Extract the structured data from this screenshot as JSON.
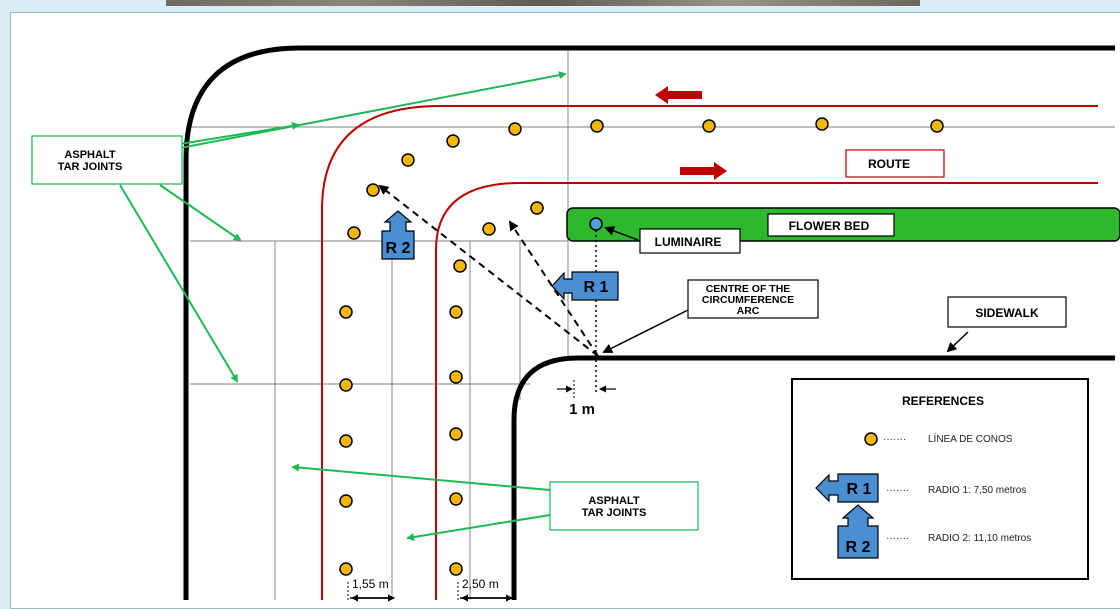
{
  "labels": {
    "asphalt_1_line1": "ASPHALT",
    "asphalt_1_line2": "TAR JOINTS",
    "asphalt_2_line1": "ASPHALT",
    "asphalt_2_line2": "TAR JOINTS",
    "route": "ROUTE",
    "flower_bed": "FLOWER BED",
    "luminaire": "LUMINAIRE",
    "centre_line1": "CENTRE OF THE",
    "centre_line2": "CIRCUMFERENCE",
    "centre_line3": "ARC",
    "sidewalk": "SIDEWALK",
    "r1": "R 1",
    "r2": "R 2",
    "one_m": "1 m",
    "dim_155": "1,55 m",
    "dim_250": "2,50 m"
  },
  "references": {
    "title": "REFERENCES",
    "cones": "LÍNEA DE CONOS",
    "r1_badge": "R 1",
    "r2_badge": "R 2",
    "radio1": "RADIO 1:  7,50 metros",
    "radio2": "RADIO 2:  11,10 metros"
  },
  "colors": {
    "curb": "#000000",
    "route_line": "#c00000",
    "arrow_green": "#1db954",
    "cone_fill": "#f5b800",
    "flower_bed": "#2eb82e",
    "badge": "#4a8fd1"
  }
}
